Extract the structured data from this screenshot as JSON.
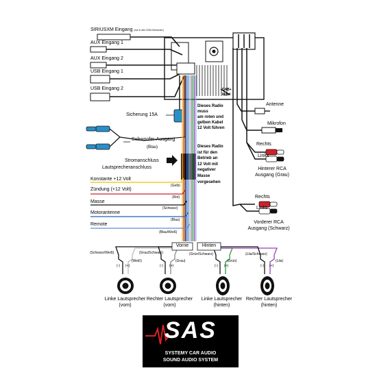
{
  "inputs": {
    "siriusxm": "SIRIUSXM Eingang",
    "siriusxm_note": "(nur in den SXM-Versionen)",
    "aux1": "AUX Eingang 1",
    "aux2": "AUX Eingang 2",
    "usb1": "USB Eingang 1",
    "usb2": "USB Eingang 2"
  },
  "fuse": "Sicherung 15A",
  "subwoofer": {
    "label": "Subwoofer-Ausgang",
    "color": "(Blau)"
  },
  "power_connector": {
    "line1": "Stromanschluss",
    "line2": "Lautsprecheranschluss"
  },
  "notes": {
    "red_yellow": [
      "Dieses Radio",
      "muss",
      "am roten und",
      "gelben Kabel",
      "12 Volt führen"
    ],
    "black_ground": [
      "Dieses Radio",
      "ist für den",
      "Betrieb an",
      "12 Volt mit",
      "negativer",
      "Masse",
      "vorgesehen"
    ]
  },
  "wires": [
    {
      "label": "Konstante +12 Volt",
      "color_label": "(Gelb)",
      "hex": "#e8c400"
    },
    {
      "label": "Zündung (+12 Volt)",
      "color_label": "(Rot)",
      "hex": "#d0202a"
    },
    {
      "label": "Masse",
      "color_label": "(Schwarz)",
      "hex": "#111111"
    },
    {
      "label": "Motorantenne",
      "color_label": "(Blau)",
      "hex": "#1f5fbf"
    },
    {
      "label": "Remote",
      "color_label": "(Blau/Weiß)",
      "hex": "#5b8fd6"
    }
  ],
  "dab": {
    "line1": "DAB+",
    "line2": "Input"
  },
  "antenna": "Antenne",
  "microphone": "Mikrofon",
  "rca_rear": {
    "right": "Rechts",
    "left": "Links",
    "title1": "Hinterer RCA",
    "title2": "Ausgang (Grau)"
  },
  "rca_front": {
    "right": "Rechts",
    "left": "Links",
    "title1": "Vorderer RCA",
    "title2": "Ausgang (Schwarz)"
  },
  "speaker_groups": {
    "front": "Vorne",
    "rear": "Hinten"
  },
  "speaker_wires": [
    {
      "neg": "(Schwarz/Weiß)",
      "pos": "(Weiß)",
      "hex": "#bdbdbd"
    },
    {
      "neg": "(Grau/Schwarz)",
      "pos": "(Grau)",
      "hex": "#8a8a8a"
    },
    {
      "neg": "(Grün/Schwarz)",
      "pos": "(Grün)",
      "hex": "#2e9a3c"
    },
    {
      "neg": "(Lila/Schwarz)",
      "pos": "(Lila)",
      "hex": "#9b3fb5"
    }
  ],
  "polarity": {
    "neg": "(-)",
    "pos": "(+)"
  },
  "speakers": [
    {
      "line1": "Linke Lautsprecher",
      "line2": "(vorn)"
    },
    {
      "line1": "Rechter Lautsprecher",
      "line2": "(vorn)"
    },
    {
      "line1": "Linke Lautsprecher",
      "line2": "(hinten)"
    },
    {
      "line1": "Rechter Lautsprecher",
      "line2": "(hinten)"
    }
  ],
  "logo": {
    "text": "SAS",
    "line1": "SYSTEMY CAR AUDIO",
    "line2": "SOUND AUDIO SYSTEM"
  },
  "colors": {
    "wire": "#111111",
    "blue_conn": "#2a8fc8",
    "red_conn": "#d0202a",
    "bundle": [
      "#e8c400",
      "#d0202a",
      "#111111",
      "#1f5fbf",
      "#5b8fd6",
      "#bdbdbd",
      "#8a8a8a",
      "#2e9a3c",
      "#9b3fb5",
      "#7fb0e0"
    ]
  }
}
